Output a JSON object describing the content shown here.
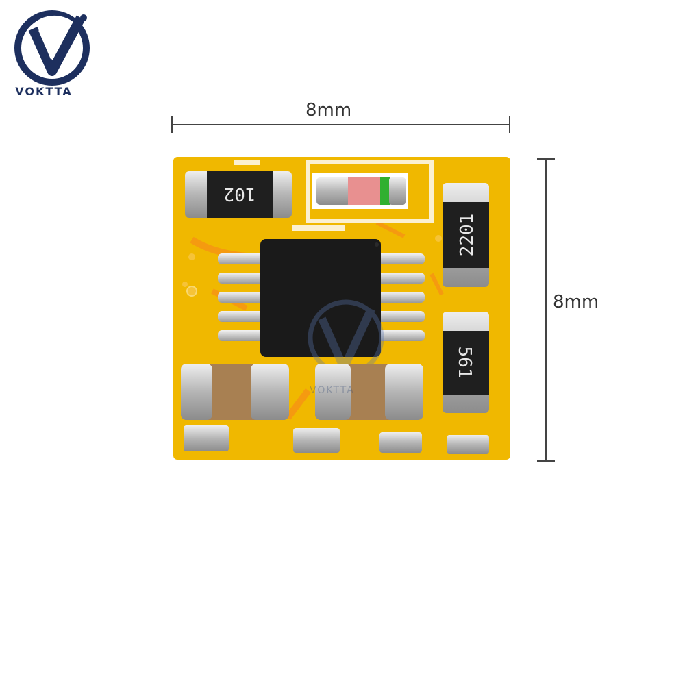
{
  "brand": {
    "name": "VOKTTA"
  },
  "dimensions": {
    "width_label": "8mm",
    "height_label": "8mm"
  },
  "components": {
    "resistor_top_left": "102",
    "resistor_right_upper": "2201",
    "resistor_right_lower": "561"
  },
  "watermark": {
    "text": "VOKTTA"
  },
  "colors": {
    "pcb": "#f0b800",
    "solder": "#c8c8c8",
    "ic_body": "#1a1a1a",
    "capacitor": "#a88052",
    "brand_blue": "#1d2f5e"
  }
}
